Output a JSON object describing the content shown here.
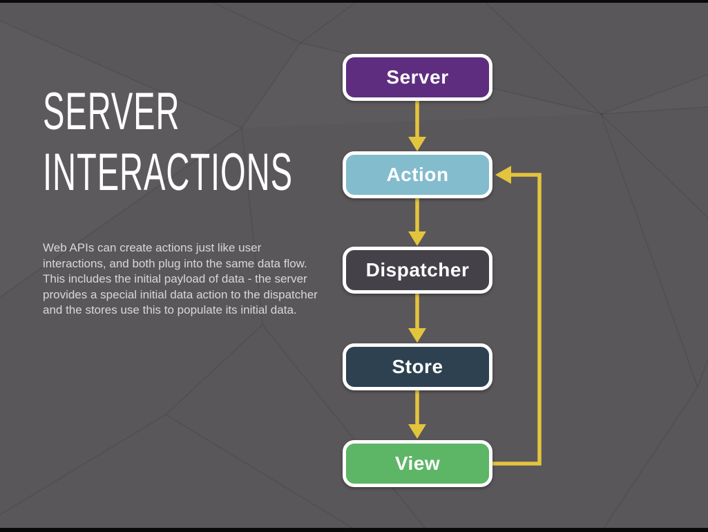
{
  "slide": {
    "title_lines": [
      "SERVER",
      "INTERACTIONS"
    ],
    "body": "Web APIs can create actions just like user interactions, and both plug into the same data flow. This includes the initial payload of data - the server provides a special initial data action to the dispatcher and the stores use this to populate its initial data."
  },
  "colors": {
    "background": "#5a575a",
    "letterbox": "#0a0a0a",
    "title_text": "#ffffff",
    "body_text": "#d8d7d8",
    "arrow": "#e3c43d",
    "node_border": "#ffffff",
    "node_text": "#ffffff"
  },
  "diagram": {
    "nodes": [
      {
        "label": "Server",
        "fill": "#5f2d7f"
      },
      {
        "label": "Action",
        "fill": "#83bccd"
      },
      {
        "label": "Dispatcher",
        "fill": "#454149"
      },
      {
        "label": "Store",
        "fill": "#2d4150"
      },
      {
        "label": "View",
        "fill": "#5db566"
      }
    ],
    "edges": [
      {
        "from": "Server",
        "to": "Action"
      },
      {
        "from": "Action",
        "to": "Dispatcher"
      },
      {
        "from": "Dispatcher",
        "to": "Store"
      },
      {
        "from": "Store",
        "to": "View"
      },
      {
        "from": "View",
        "to": "Action",
        "note": "feedback loop"
      }
    ]
  }
}
